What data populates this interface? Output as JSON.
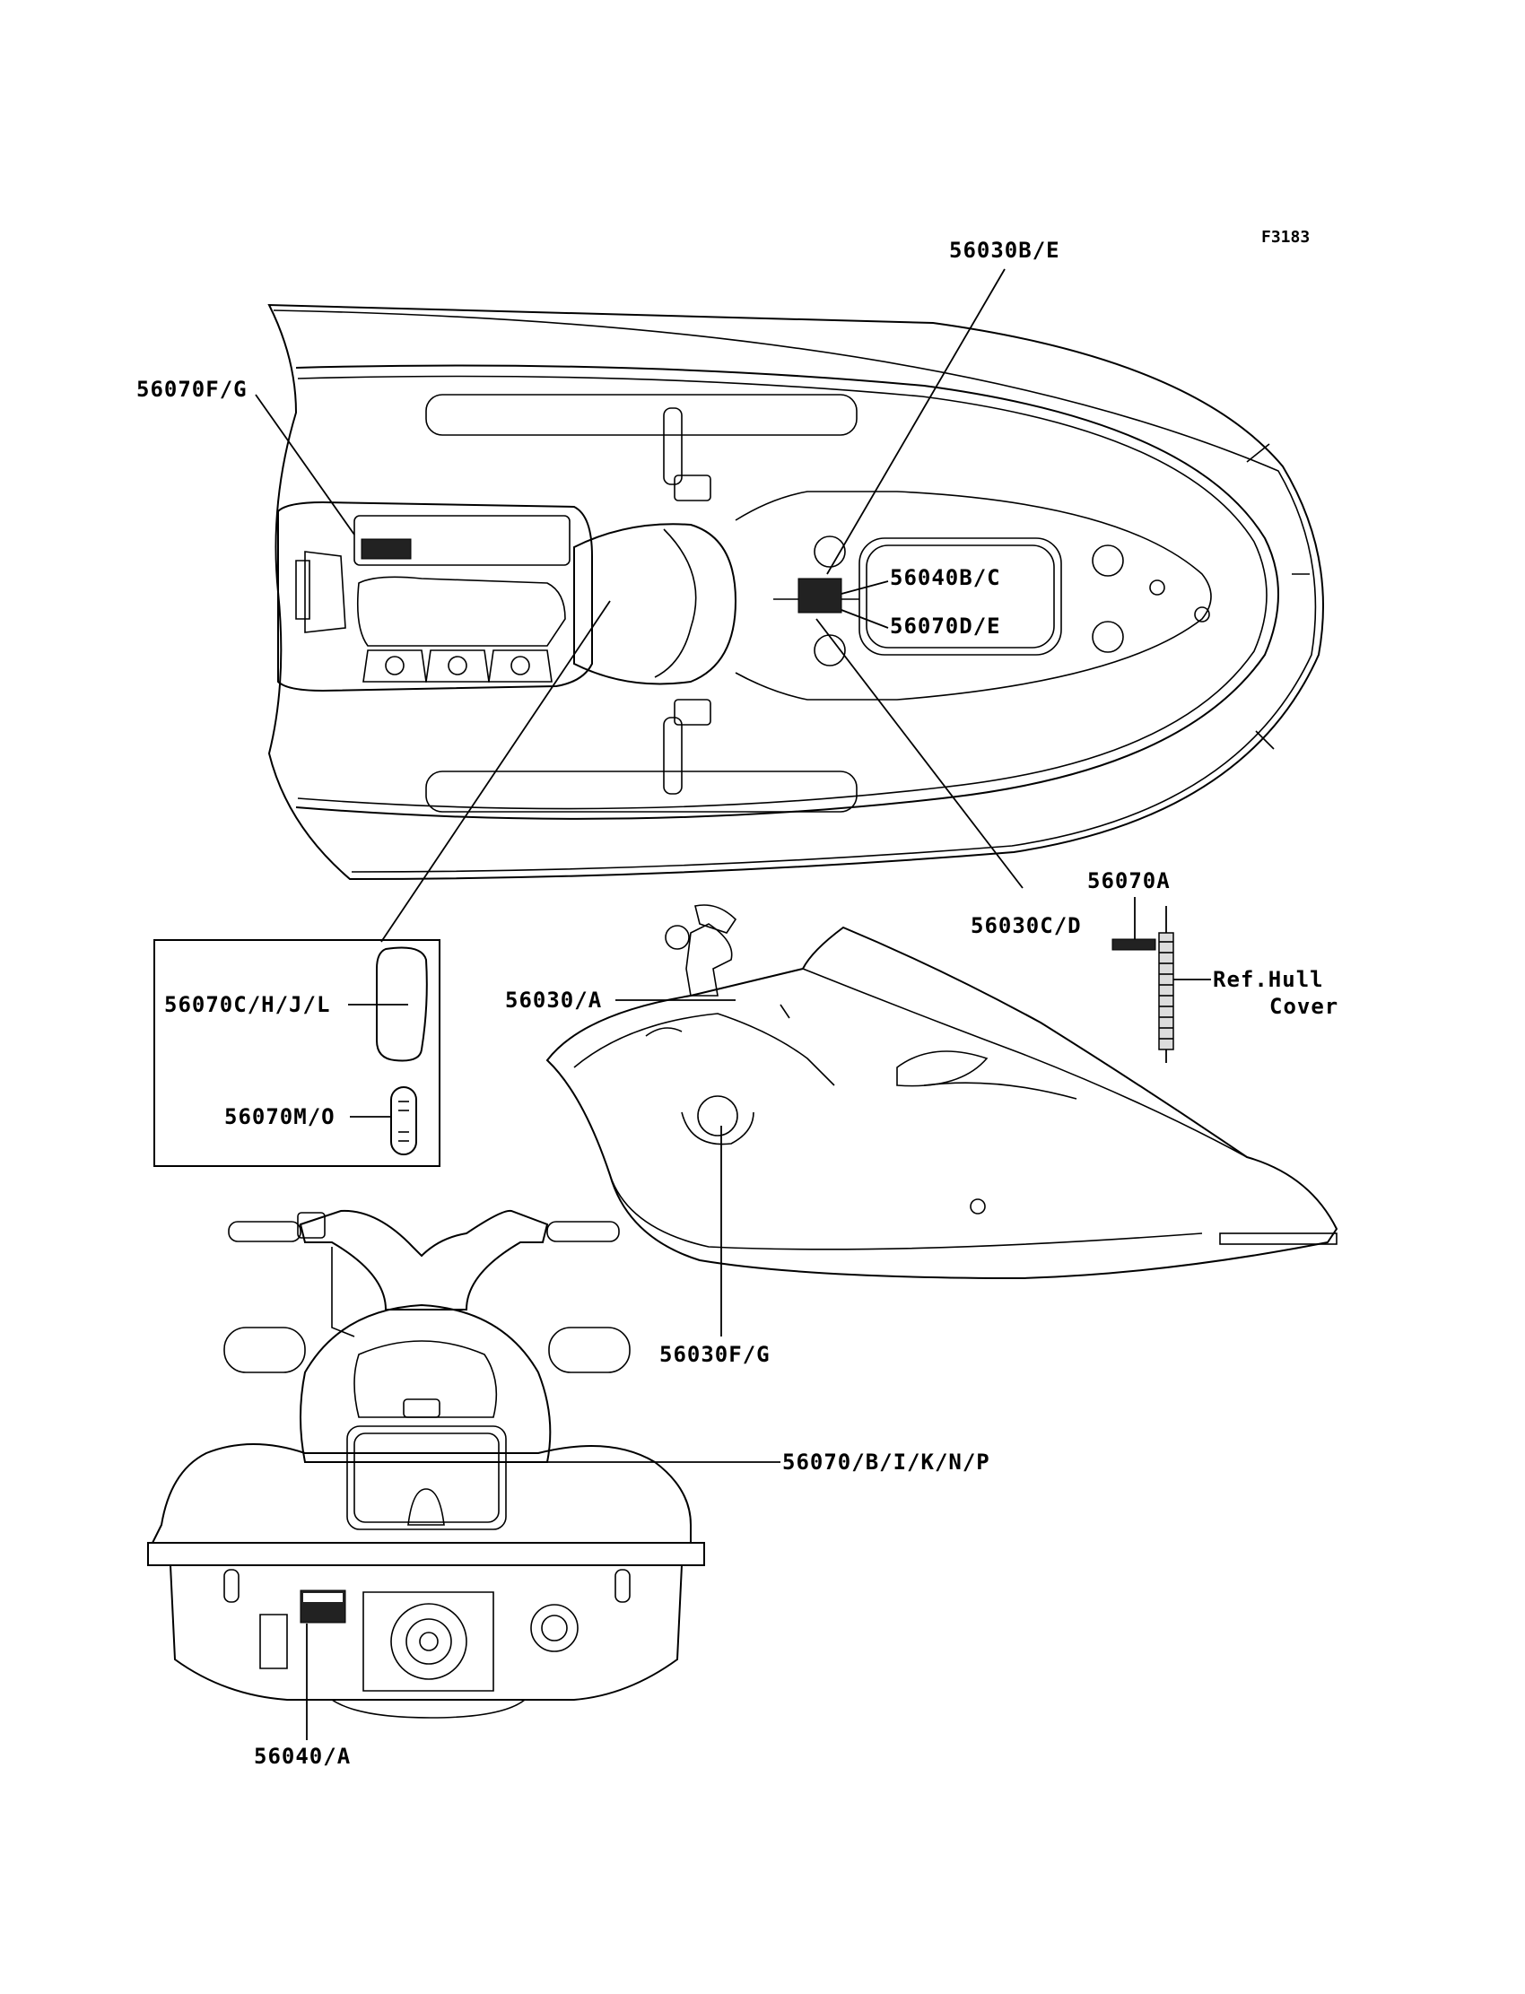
{
  "figure_id": "F3183",
  "callouts": {
    "c56030BE": "56030B/E",
    "c56070FG": "56070F/G",
    "c56040BC": "56040B/C",
    "c56070DE": "56070D/E",
    "c56030CD": "56030C/D",
    "c56070A": "56070A",
    "ref_hull_line1": "Ref.Hull",
    "ref_hull_line2": "Cover",
    "c56030A": "56030/A",
    "c56070CHJL": "56070C/H/J/L",
    "c56070MO": "56070M/O",
    "c56030FG": "56030F/G",
    "c56070BIKNP": "56070/B/I/K/N/P",
    "c56040A": "56040/A"
  }
}
